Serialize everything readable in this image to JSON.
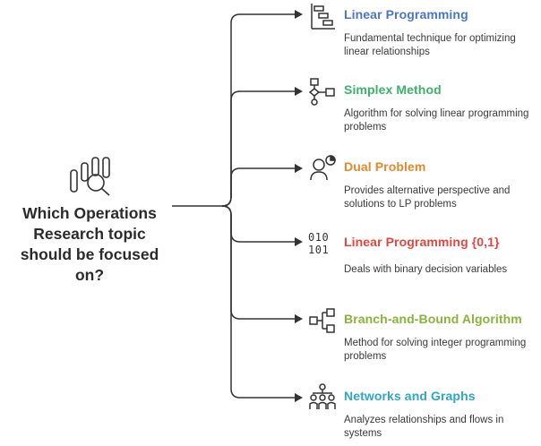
{
  "root": {
    "question": "Which Operations Research topic should be focused on?",
    "icon": "bar-chart-magnifier-icon"
  },
  "branches": [
    {
      "title": "Linear Programming",
      "description": "Fundamental technique for optimizing linear relationships",
      "color": "#4a76c9",
      "icon": "gantt-chart-icon"
    },
    {
      "title": "Simplex Method",
      "description": "Algorithm for solving linear programming problems",
      "color": "#3bb26b",
      "icon": "flowchart-icon"
    },
    {
      "title": "Dual Problem",
      "description": "Provides alternative perspective and solutions to LP problems",
      "color": "#e08a2c",
      "icon": "person-thinking-icon"
    },
    {
      "title": "Linear Programming {0,1}",
      "description": "Deals with binary decision variables",
      "color": "#e0473e",
      "icon": "binary-icon",
      "icon_text": [
        "010",
        "101"
      ]
    },
    {
      "title": "Branch-and-Bound Algorithm",
      "description": "Method for solving integer programming problems",
      "color": "#8ab33a",
      "icon": "tree-structure-icon"
    },
    {
      "title": "Networks and Graphs",
      "description": "Analyzes relationships and flows in systems",
      "color": "#2ea6c8",
      "icon": "network-people-icon"
    }
  ]
}
